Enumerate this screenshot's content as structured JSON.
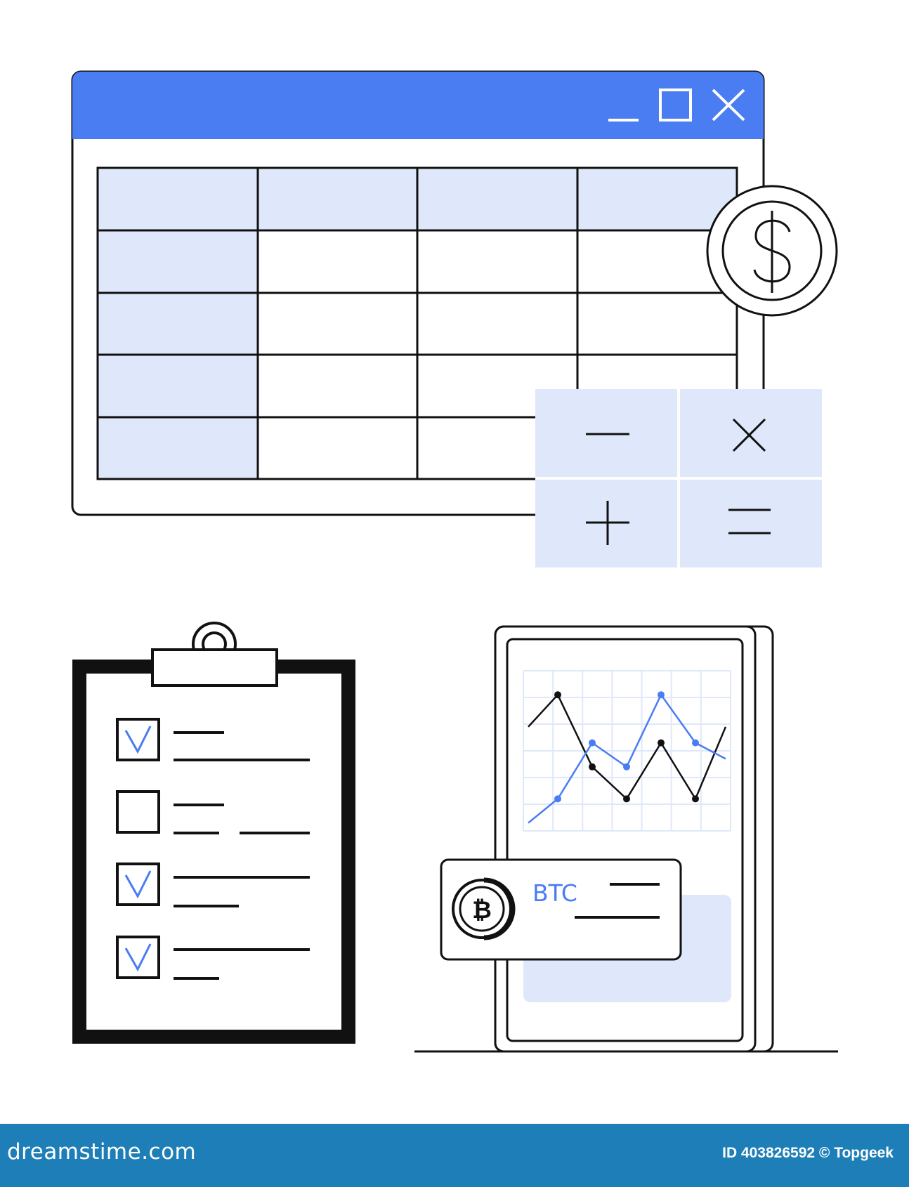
{
  "palette": {
    "accent": "#4a7cf2",
    "accent_light": "#dfe8fb",
    "stroke": "#111111",
    "footer_bg": "#1e7fb8"
  },
  "window": {
    "controls": [
      "minimize-icon",
      "maximize-icon",
      "close-icon"
    ],
    "table": {
      "rows": 5,
      "columns": 4,
      "header_row_highlight": true,
      "first_column_highlight": true
    }
  },
  "coin": {
    "icon": "dollar-coin-icon",
    "symbol": "$"
  },
  "calculator": {
    "keys": [
      "minus-icon",
      "multiply-icon",
      "plus-icon",
      "equals-icon"
    ]
  },
  "clipboard": {
    "items": [
      {
        "checked": true
      },
      {
        "checked": false
      },
      {
        "checked": true
      },
      {
        "checked": true
      }
    ]
  },
  "phone": {
    "chart_data": {
      "type": "line",
      "series": [
        {
          "color": "#111111",
          "values": [
            6.5,
            8.5,
            4.0,
            2.0,
            5.5,
            2.0,
            6.5
          ]
        },
        {
          "color": "#4a7cf2",
          "values": [
            0.5,
            2.0,
            5.5,
            4.0,
            8.5,
            5.5,
            4.5
          ]
        }
      ]
    },
    "card": {
      "ticker": "BTC",
      "icon": "bitcoin-coin-icon"
    }
  },
  "footer": {
    "logo": "dreamstime.com",
    "credit": "ID 403826592 © Topgeek"
  }
}
